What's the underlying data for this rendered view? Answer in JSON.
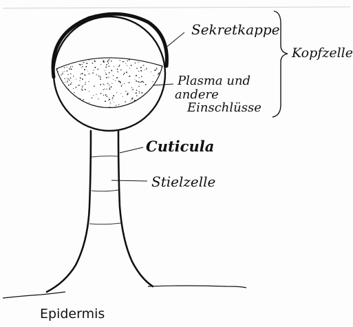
{
  "diagram": {
    "labels": {
      "sekretkappe": "Sekretkappe",
      "plasma_line1": "Plasma und",
      "plasma_line2": "andere",
      "plasma_line3": "Einschlüsse",
      "kopfzelle": "Kopfzelle",
      "cuticula": "Cuticula",
      "stielzelle": "Stielzelle",
      "epidermis": "Epidermis"
    },
    "colors": {
      "ink": "#111111",
      "paper": "#fdfdfd",
      "dots": "#222222"
    }
  }
}
